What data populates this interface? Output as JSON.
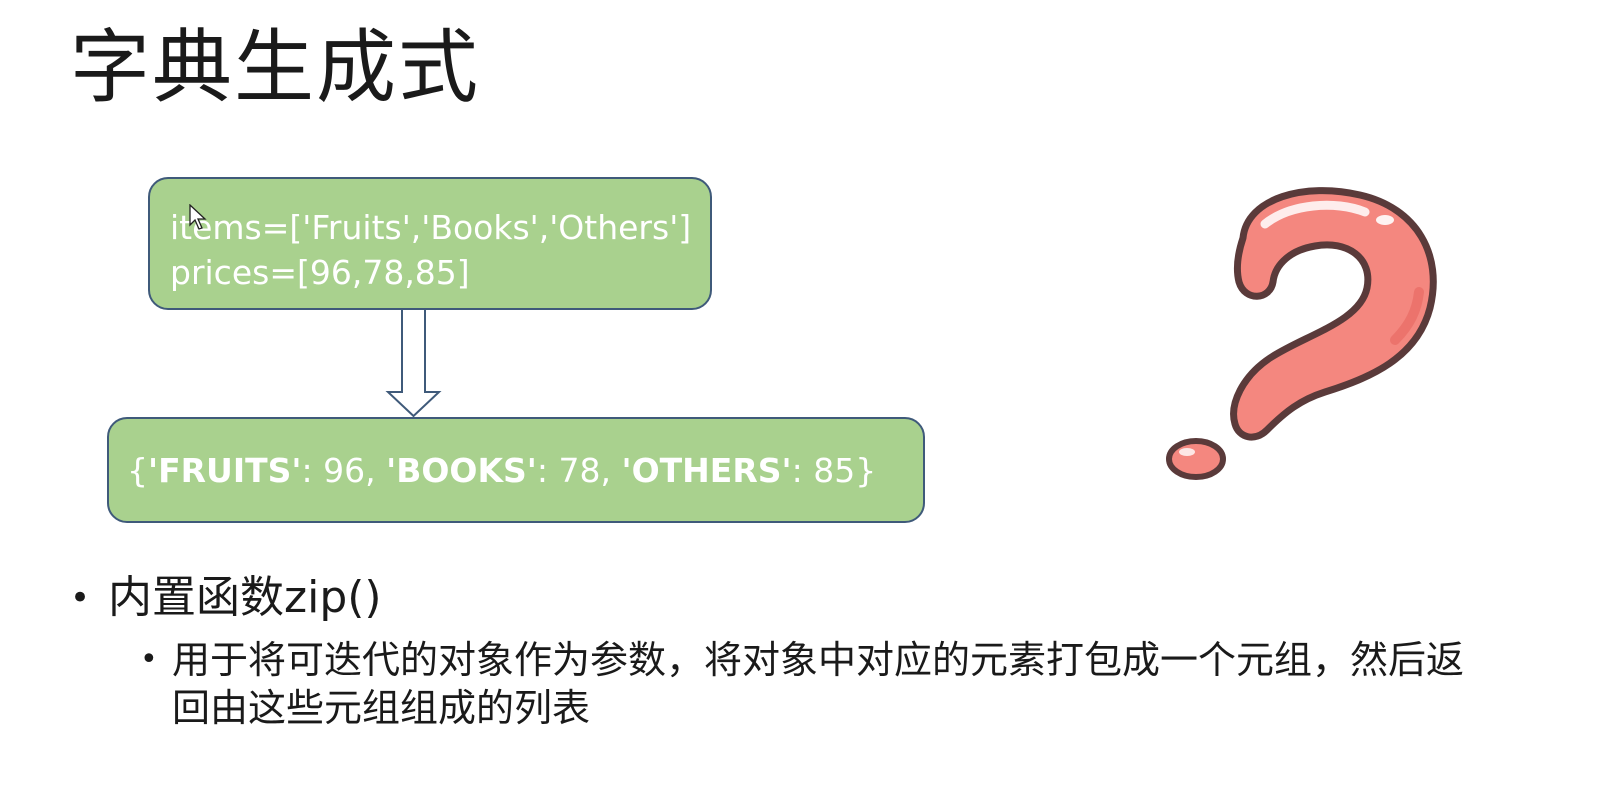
{
  "slide": {
    "title": "字典生成式"
  },
  "input_box": {
    "line1": "items=['Fruits','Books','Others']",
    "line2": "prices=[96,78,85]"
  },
  "output_box": {
    "open": "{",
    "k1": "'FRUITS'",
    "v1": ": 96, ",
    "k2": "'BOOKS'",
    "v2": ": 78, ",
    "k3": "'OTHERS'",
    "v3": ": 85",
    "close": "}"
  },
  "bullets": {
    "main": "内置函数zip()",
    "sub": "用于将可迭代的对象作为参数，将对象中对应的元素打包成一个元组，然后返回由这些元组组成的列表"
  },
  "icons": [
    "down-arrow-icon",
    "question-mark-icon",
    "mouse-cursor-icon"
  ],
  "colors": {
    "box_fill": "#a9d18e",
    "box_border": "#3f5a7a",
    "question_mark": "#f4877f"
  }
}
